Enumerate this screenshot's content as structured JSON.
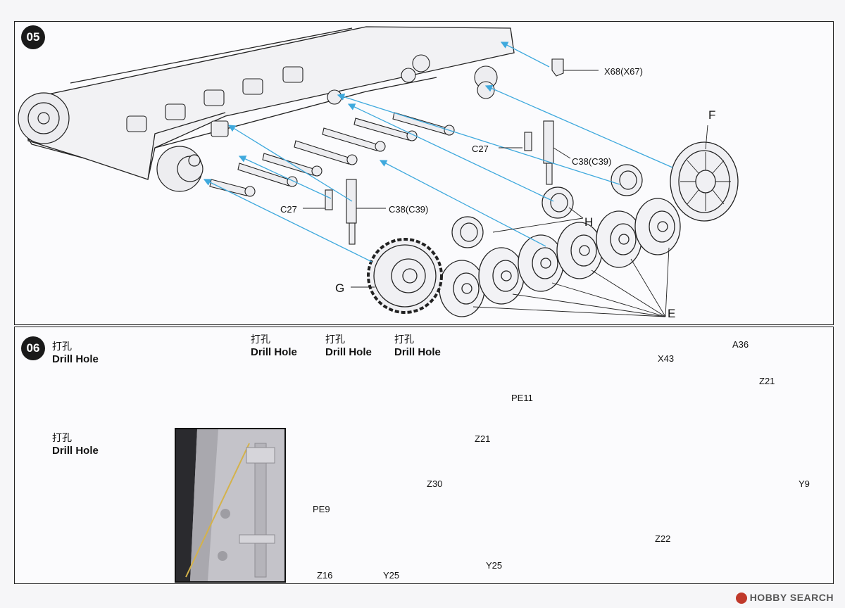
{
  "step05": {
    "number": "05",
    "labels": {
      "x68": "X68(X67)",
      "f": "F",
      "c27_upper": "C27",
      "c38_upper": "C38(C39)",
      "c27_lower": "C27",
      "c38_lower": "C38(C39)",
      "h": "H",
      "g": "G",
      "e": "E"
    }
  },
  "step06": {
    "number": "06",
    "drill_cn": "打孔",
    "drill_en": "Drill Hole",
    "labels": {
      "a36": "A36",
      "x43": "X43",
      "z21_right": "Z21",
      "pe11": "PE11",
      "z21_left": "Z21",
      "y9": "Y9",
      "z30": "Z30",
      "pe9": "PE9",
      "z22": "Z22",
      "z16": "Z16",
      "y25_center": "Y25",
      "y25_right": "Y25"
    }
  },
  "watermark": "HOBBY SEARCH",
  "colors": {
    "arrow": "#3fa9dd",
    "line": "#222222",
    "leader": "#e2d27a"
  }
}
